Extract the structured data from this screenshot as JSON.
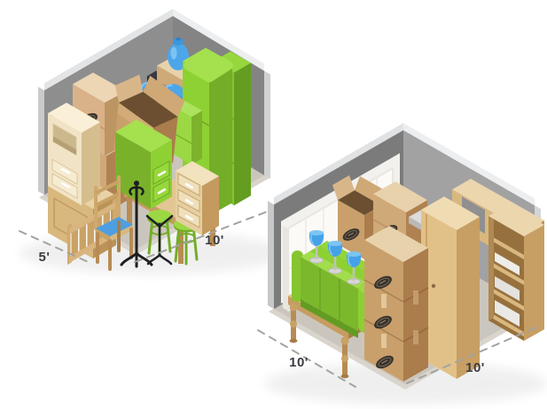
{
  "units": [
    {
      "name": "5x10-storage-unit",
      "depth_label": "5'",
      "width_label": "10'",
      "items": [
        "cardboard-box-stack",
        "shipping-label-badges",
        "black-speakers",
        "blue-vase",
        "floor-lamp-blue-shades",
        "green-sofa-upright",
        "green-dresser",
        "wood-table",
        "green-stools",
        "small-drawer-chest",
        "nightstand",
        "wood-cabinet",
        "slatted-headboard",
        "wood-chair",
        "coat-rack",
        "hat-stand"
      ]
    },
    {
      "name": "10x10-storage-unit",
      "depth_label": "10'",
      "width_label": "10'",
      "items": [
        "mattresses",
        "green-sofa",
        "blue-table-lamps",
        "coffee-table",
        "open-moving-box",
        "moving-box",
        "moving-box-stack",
        "wardrobe",
        "cubby-shelf",
        "bookshelf-white-boxes",
        "gray-board"
      ]
    }
  ],
  "palette": {
    "background": "#ffffff",
    "wall_dark": "#7b7b7b",
    "wall_mid": "#8e8e8e",
    "wall_light": "#a2a2a2",
    "wall_trim": "#e2e4e6",
    "floor": "#cbc6bd",
    "floor_lip": "#d9d4cc",
    "cardboard_light": "#cfa977",
    "cardboard_dark": "#b08252",
    "cardboard_top": "#e8d2ac",
    "box_interior": "#6b4f30",
    "label_badge": "#3a332c",
    "lime_green": "#8ed133",
    "lime_green_dark": "#6fa527",
    "lamp_blue": "#4da6ea",
    "wood_mid": "#d9b87f",
    "wood_dark": "#c49a5f",
    "cream": "#f1e4c6",
    "mattress_white": "#fbfaf7",
    "dash_gray": "#a3a39f",
    "dimension_text": "#3b3b41"
  }
}
